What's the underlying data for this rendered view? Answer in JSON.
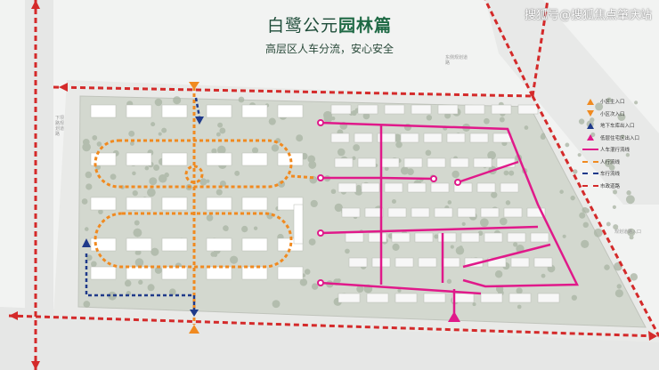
{
  "header": {
    "title_plain": "白鹭公元",
    "title_bold": "园林篇",
    "subtitle": "高层区人车分流，安心安全"
  },
  "watermark": "搜狐号@搜狐焦点肇庆站",
  "legend": [
    {
      "symbol": "orange-triangle-up",
      "label": "小区主入口"
    },
    {
      "symbol": "orange-triangle-down",
      "label": "小区次入口"
    },
    {
      "symbol": "blue-triangle",
      "label": "地下车库出入口"
    },
    {
      "symbol": "pink-triangle",
      "label": "低层住宅区出入口"
    },
    {
      "symbol": "pink-line",
      "label": "人车混行流线"
    },
    {
      "symbol": "orange-dashed-line",
      "label": "人行流线"
    },
    {
      "symbol": "blue-dashed-line",
      "label": "车行流线"
    },
    {
      "symbol": "red-dashed-line",
      "label": "市政道路"
    }
  ],
  "street_labels": {
    "north": "东侧规划道路",
    "west": "下坝路规划道路",
    "east": "规划道路入口"
  },
  "colors": {
    "pedestrian": "#f08a20",
    "vehicle": "#1f3a8a",
    "mixed": "#e0198a",
    "municipal": "#d42a2a",
    "greenery": "#b9c3b2",
    "building": "#ffffff"
  }
}
